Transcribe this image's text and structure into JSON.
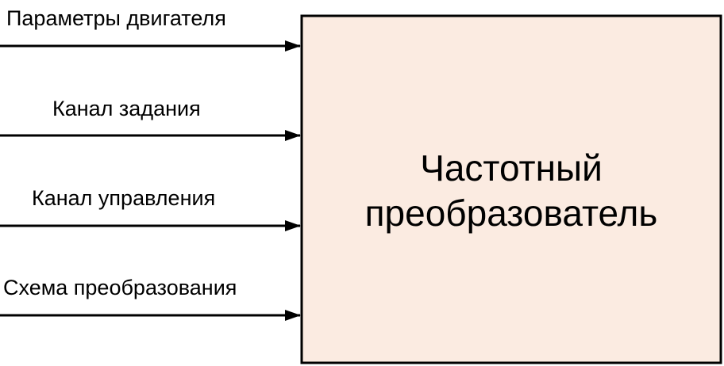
{
  "diagram": {
    "block": {
      "title_line1": "Частотный",
      "title_line2": "преобразователь",
      "fill_color": "#FBEBE1",
      "border_color": "#000000"
    },
    "inputs": [
      {
        "label": "Параметры двигателя"
      },
      {
        "label": "Канал задания"
      },
      {
        "label": "Канал управления"
      },
      {
        "label": "Схема преобразования"
      }
    ],
    "arrow_color": "#000000"
  }
}
